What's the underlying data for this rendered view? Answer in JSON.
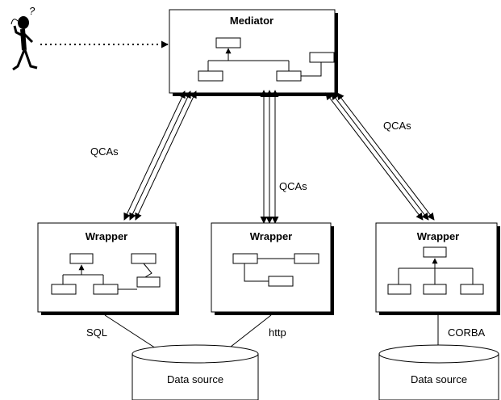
{
  "mediator": {
    "title": "Mediator"
  },
  "wrappers": [
    {
      "title": "Wrapper"
    },
    {
      "title": "Wrapper"
    },
    {
      "title": "Wrapper"
    }
  ],
  "data_sources": [
    {
      "label": "Data source"
    },
    {
      "label": "Data source"
    }
  ],
  "connections": {
    "qcas_left": "QCAs",
    "qcas_middle": "QCAs",
    "qcas_right": "QCAs",
    "sql": "SQL",
    "http": "http",
    "corba": "CORBA"
  },
  "user": {
    "question_mark": "?"
  }
}
